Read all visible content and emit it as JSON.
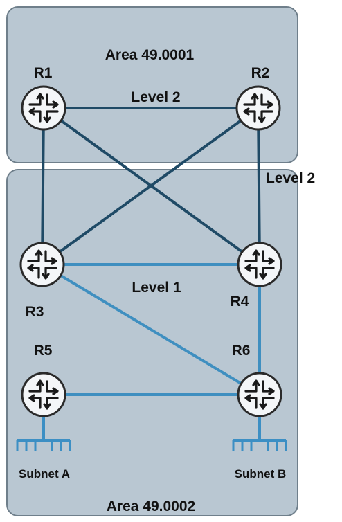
{
  "areas": {
    "top": {
      "label": "Area 49.0001"
    },
    "bottom": {
      "label": "Area 49.0002"
    }
  },
  "routers": [
    {
      "id": "r1",
      "label": "R1"
    },
    {
      "id": "r2",
      "label": "R2"
    },
    {
      "id": "r3",
      "label": "R3"
    },
    {
      "id": "r4",
      "label": "R4"
    },
    {
      "id": "r5",
      "label": "R5"
    },
    {
      "id": "r6",
      "label": "R6"
    }
  ],
  "links": [
    {
      "from": "r1",
      "to": "r2",
      "level": "level2"
    },
    {
      "from": "r1",
      "to": "r3",
      "level": "level2"
    },
    {
      "from": "r1",
      "to": "r4",
      "level": "level2"
    },
    {
      "from": "r2",
      "to": "r3",
      "level": "level2"
    },
    {
      "from": "r2",
      "to": "r4",
      "level": "level2"
    },
    {
      "from": "r3",
      "to": "r4",
      "level": "level1"
    },
    {
      "from": "r3",
      "to": "r6",
      "level": "level1"
    },
    {
      "from": "r4",
      "to": "r6",
      "level": "level1"
    },
    {
      "from": "r5",
      "to": "r6",
      "level": "level1"
    }
  ],
  "link_labels": {
    "level2_top": "Level 2",
    "level2_right": "Level 2",
    "level1": "Level 1"
  },
  "subnets": {
    "a": "Subnet A",
    "b": "Subnet B"
  },
  "colors": {
    "area_fill": "#b9c7d2",
    "area_stroke": "#6f7f8b",
    "level2_link": "#1f4a66",
    "level1_link": "#3f8fc0",
    "router_fill": "#f4f6f8",
    "router_stroke": "#2a2a2a",
    "icon": "#1a1a1a",
    "subnet": "#3c8fc4"
  }
}
